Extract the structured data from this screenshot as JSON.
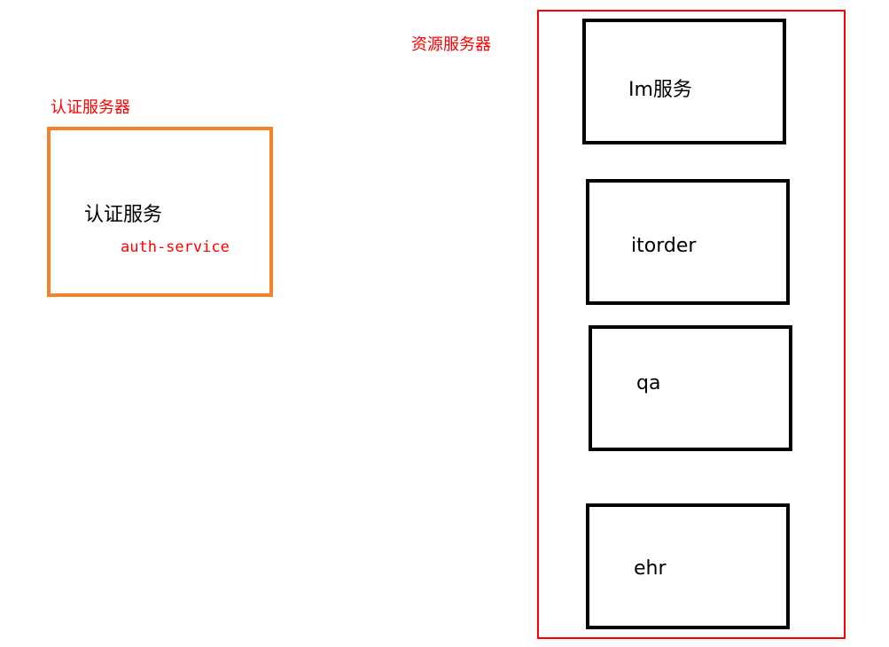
{
  "auth": {
    "group_label": "认证服务器",
    "service_name": "认证服务",
    "service_id": "auth-service"
  },
  "resource": {
    "group_label": "资源服务器",
    "services": [
      {
        "name": "Im服务"
      },
      {
        "name": "itorder"
      },
      {
        "name": "qa"
      },
      {
        "name": "ehr"
      }
    ]
  },
  "colors": {
    "auth_border": "#f5822a",
    "resource_border": "#ff0000",
    "service_border": "#000000",
    "label_text": "#ff0000"
  }
}
